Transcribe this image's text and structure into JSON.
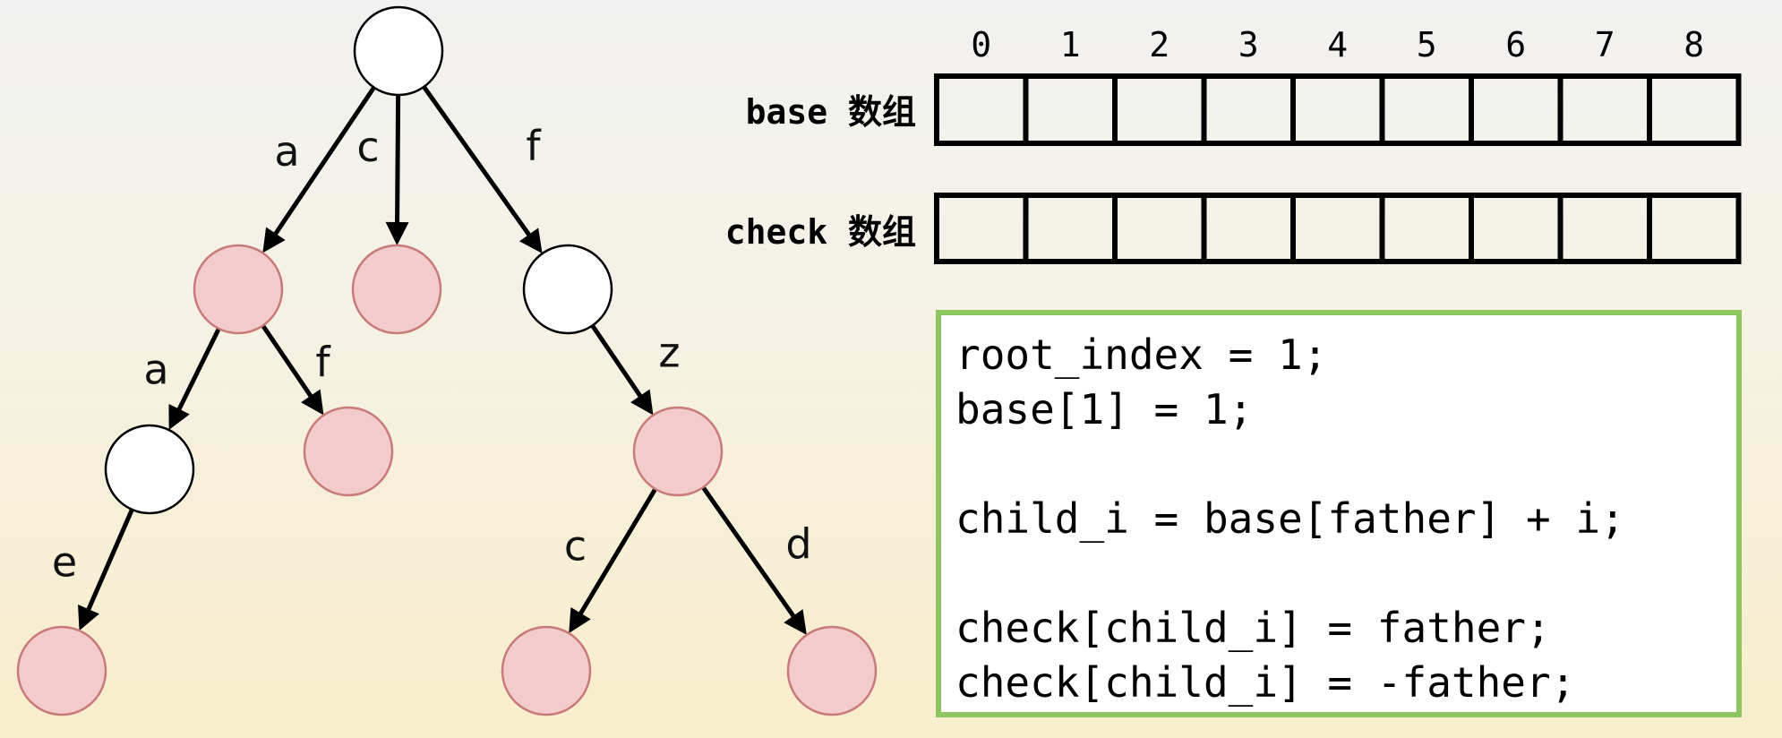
{
  "tree": {
    "nodes": [
      {
        "id": "root",
        "kind": "plain"
      },
      {
        "id": "a",
        "kind": "leaf"
      },
      {
        "id": "c",
        "kind": "leaf"
      },
      {
        "id": "f",
        "kind": "plain"
      },
      {
        "id": "aa",
        "kind": "plain"
      },
      {
        "id": "af",
        "kind": "leaf"
      },
      {
        "id": "fz",
        "kind": "leaf"
      },
      {
        "id": "aae",
        "kind": "leaf"
      },
      {
        "id": "fzc",
        "kind": "leaf"
      },
      {
        "id": "fzd",
        "kind": "leaf"
      }
    ],
    "edges": [
      {
        "from": "root",
        "to": "a",
        "label": "a"
      },
      {
        "from": "root",
        "to": "c",
        "label": "c"
      },
      {
        "from": "root",
        "to": "f",
        "label": "f"
      },
      {
        "from": "a",
        "to": "aa",
        "label": "a"
      },
      {
        "from": "a",
        "to": "af",
        "label": "f"
      },
      {
        "from": "f",
        "to": "fz",
        "label": "z"
      },
      {
        "from": "aa",
        "to": "aae",
        "label": "e"
      },
      {
        "from": "fz",
        "to": "fzc",
        "label": "c"
      },
      {
        "from": "fz",
        "to": "fzd",
        "label": "d"
      }
    ]
  },
  "arrays": {
    "indices": [
      "0",
      "1",
      "2",
      "3",
      "4",
      "5",
      "6",
      "7",
      "8"
    ],
    "base_label": "base 数组",
    "check_label": "check 数组"
  },
  "code": {
    "lines": [
      "root_index = 1;",
      "base[1] = 1;",
      "",
      "child_i = base[father] + i;",
      "",
      "check[child_i] = father;",
      "check[child_i] = -father;"
    ]
  },
  "colors": {
    "leaf_fill": "#f2cccc",
    "leaf_stroke": "#c87a7a",
    "plain_fill": "#ffffff",
    "code_border": "#8dc55e"
  }
}
